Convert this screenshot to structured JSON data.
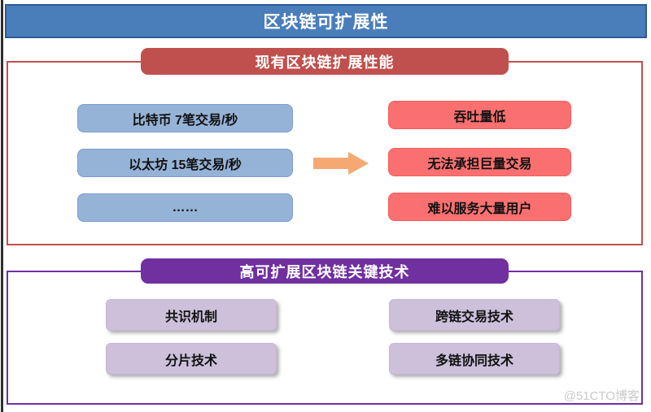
{
  "title_bar": {
    "label": "区块链可扩展性"
  },
  "current_section": {
    "header": "现有区块链扩展性能",
    "left_items": [
      "比特币 7笔交易/秒",
      "以太坊 15笔交易/秒",
      "……"
    ],
    "arrow_icon": "right-block-arrow",
    "right_items": [
      "吞吐量低",
      "无法承担巨量交易",
      "难以服务大量用户"
    ]
  },
  "tech_section": {
    "header": "高可扩展区块链关键技术",
    "items": [
      "共识机制",
      "分片技术",
      "跨链交易技术",
      "多链协同技术"
    ]
  },
  "watermark": "@51CTO博客",
  "colors": {
    "title_bar_fill": "#4a7ebb",
    "title_bar_border": "#2a5a96",
    "red_accent": "#c0504d",
    "blue_box_fill": "#95b3d7",
    "coral_box_fill": "#fa7070",
    "arrow_orange": "#f5a872",
    "purple_accent": "#7030a0",
    "lavender_box_fill": "#ccc0da",
    "watermark_gray": "#c9c9c9"
  }
}
